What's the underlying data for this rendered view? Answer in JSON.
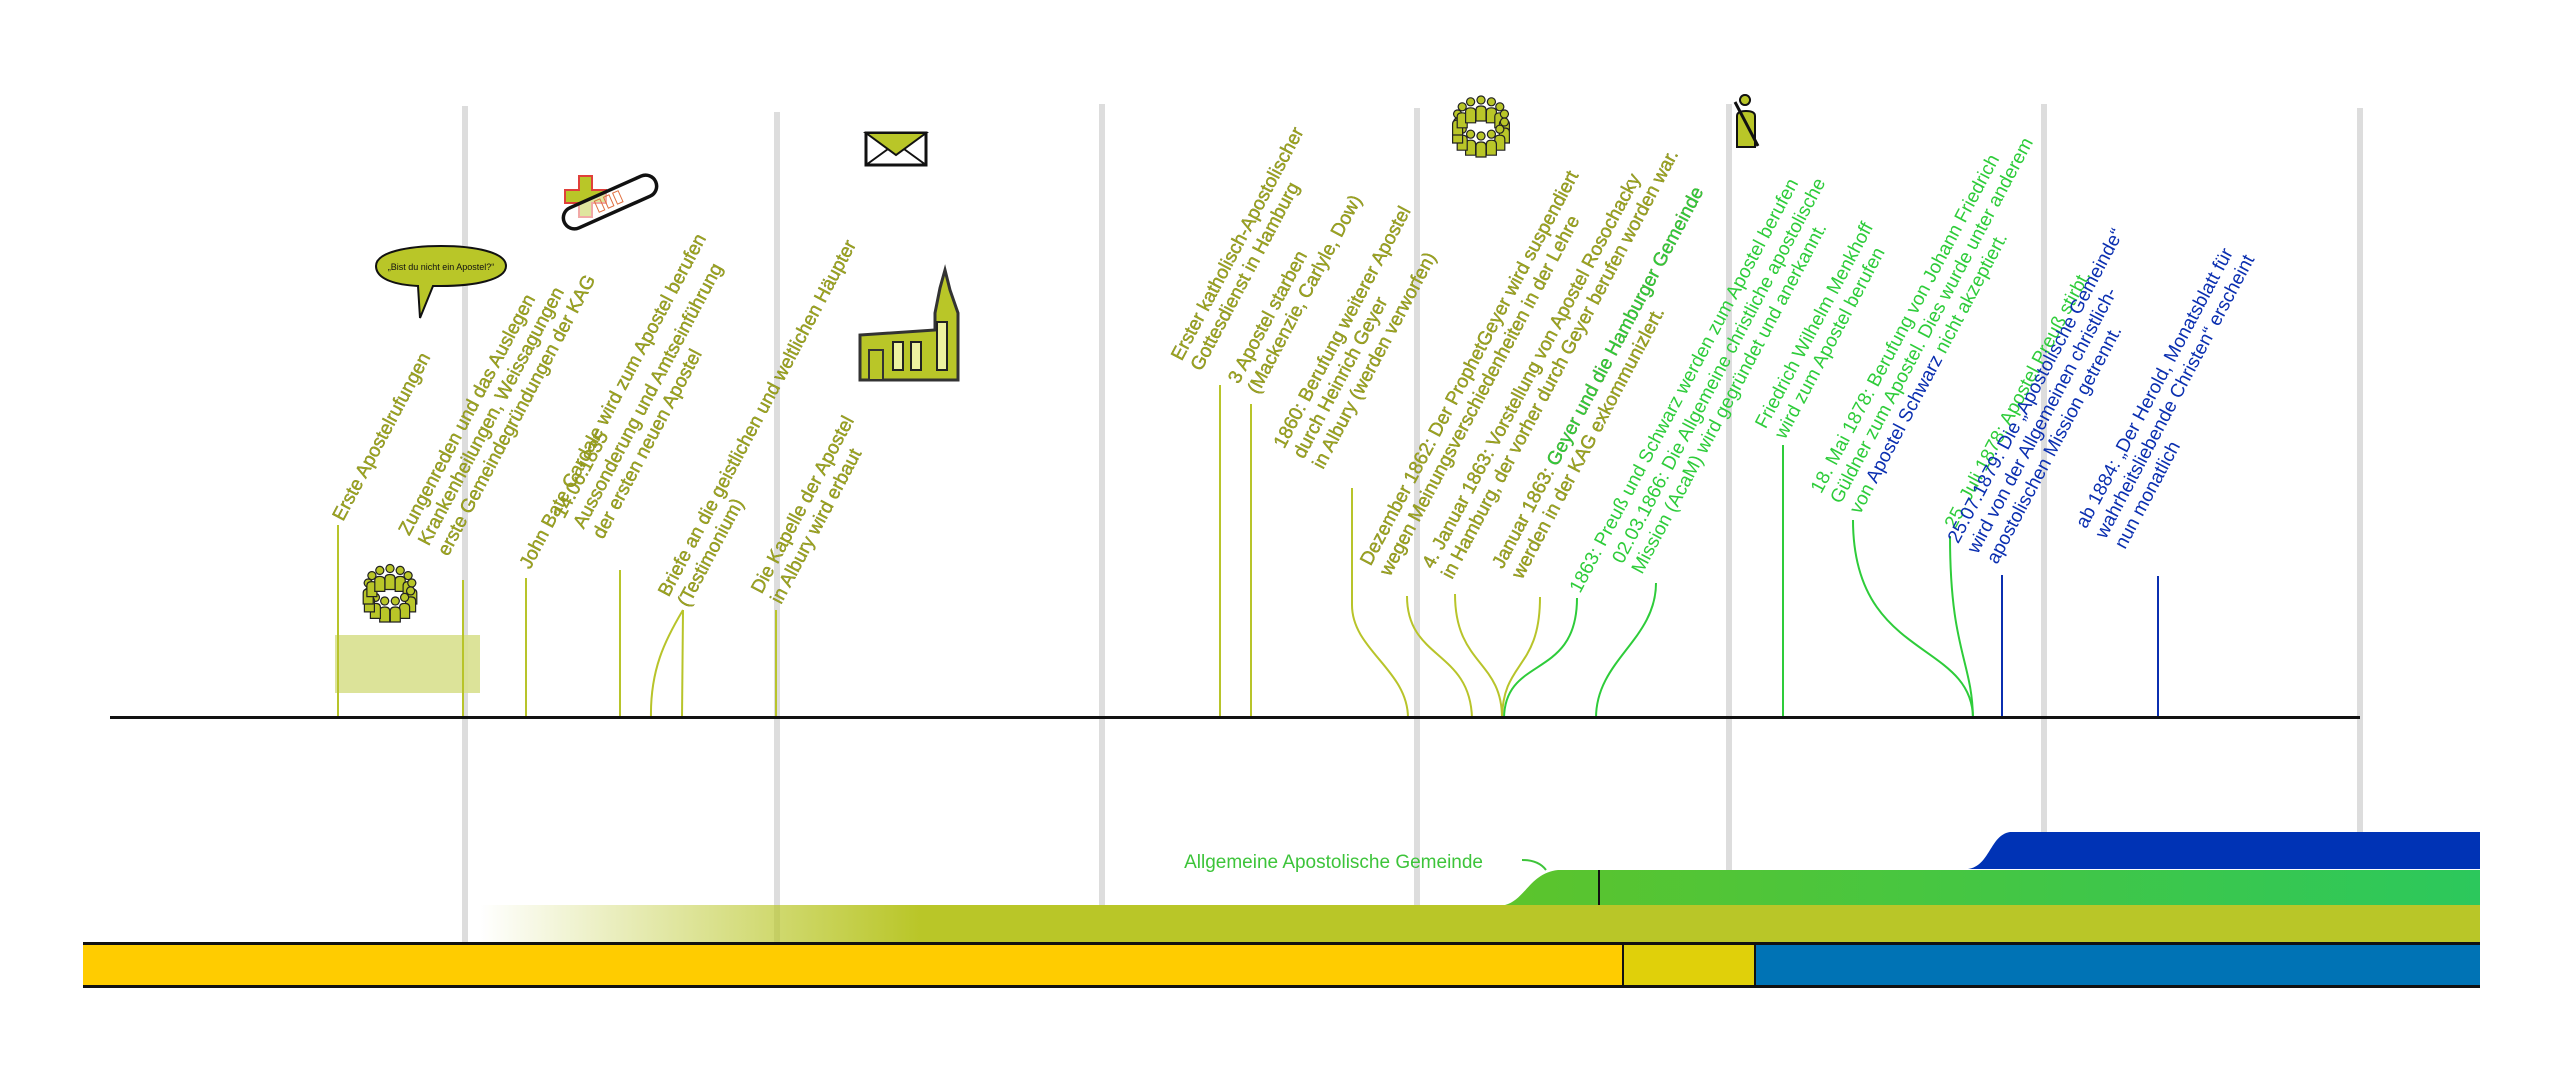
{
  "title": "Zeitleiste: Katholisch-Apostolische Gemeinden und Allgemeine Apostolische Gemeinde",
  "colors": {
    "olive": "#9BA31E",
    "olive_line": "#B8C42A",
    "green": "#2ECC3A",
    "blue": "#0B2FB0",
    "grid": "#DDDDDD",
    "band_kag": "#B9C628",
    "band_aag": "#4CC43A",
    "band_blue": "#0033B5",
    "bar_gold": "#FFCC00",
    "bar_mid": "#E0D00A",
    "bar_blue": "#0073B5",
    "highlight": "#D8E08E"
  },
  "events": [
    {
      "id": "erste-apostelrufungen",
      "color": "olive",
      "lines": [
        "Erste Apostelrufungen"
      ]
    },
    {
      "id": "zungenreden",
      "color": "olive",
      "lines": [
        "Zungenreden und das Auslegen",
        "Krankenheilungen,  Weissagungen",
        "erste Gemeindegründungen der KAG"
      ]
    },
    {
      "id": "cardale",
      "color": "olive",
      "lines": [
        "John Bate Cardale wird zum Apostel berufen"
      ]
    },
    {
      "id": "aussonderung",
      "color": "olive",
      "lines": [
        "14.06.1835",
        "Aussonderung und Amtseinführung",
        "der ersten neuen Apostel"
      ]
    },
    {
      "id": "testimonium",
      "color": "olive",
      "lines": [
        "Briefe an die geistlichen und weltlichen Häupter",
        "(Testimonium)"
      ]
    },
    {
      "id": "kapelle",
      "color": "olive",
      "lines": [
        "Die Kapelle der Apostel",
        "in Albury wird erbaut"
      ]
    },
    {
      "id": "hamburg-gottesdienst",
      "color": "olive",
      "lines": [
        "Erster katholisch-Apostolischer",
        "Gottesdienst in Hamburg"
      ]
    },
    {
      "id": "apostel-starben",
      "color": "olive",
      "lines": [
        "3 Apostel starben",
        "(Mackenzie, Carlyle, Dow)"
      ]
    },
    {
      "id": "berufung-1860",
      "color": "olive",
      "lines": [
        "1860: Berufung weiterer Apostel",
        "durch Heinrich Geyer",
        "in Albury (werden verworfen)"
      ]
    },
    {
      "id": "dezember-1862",
      "color": "olive",
      "lines": [
        "Dezember 1862: Der ProphetGeyer wird suspendiert",
        "wegen Meinungsverschiedenheiten in der Lehre"
      ]
    },
    {
      "id": "januar-1863-rosochacky",
      "color": "olive",
      "lines": [
        "4. Januar 1863: Vorstellung von Apostel Rosochacky",
        "in Hamburg, der vorher durch Geyer berufen worden war."
      ]
    },
    {
      "id": "januar-1863-exkommuniziert",
      "color": "olive",
      "lines": [
        "Januar 1863: |Geyer und die Hamburger Gemeinde",
        "werden in der KAG exkommunizlert."
      ]
    },
    {
      "id": "preuss-schwarz",
      "color": "green",
      "lines": [
        "1863: Preuß und Schwarz werden zum Apostel berufen"
      ]
    },
    {
      "id": "acam-1866",
      "color": "green",
      "lines": [
        "02.03.1866: Die Allgemeine christliche apostolische",
        "Mission (AcaM) wird gegründet und anerkannt."
      ]
    },
    {
      "id": "menkhoff",
      "color": "green",
      "lines": [
        "Friedrich Wilhelm Menkhoff",
        "wird zum Apostel berufen"
      ]
    },
    {
      "id": "gueldner-1878",
      "color": "green",
      "lines": [
        "18. Mai 1878: Berufung von Johann Friedrich",
        "Güldner zum Apostel. Dies wurde  unter anderem",
        "von |Apostel Schwarz| nicht akzeptiert."
      ]
    },
    {
      "id": "preuss-stirbt",
      "color": "green",
      "lines": [
        "25. Juli 1878: Apostel Preuß stirbt."
      ]
    },
    {
      "id": "trennung-1879",
      "color": "blue",
      "lines": [
        "25.07.1879: Die „Apostolische Gemeinde“",
        "wird von der Allgemeinen christlich-",
        "apostolischen Mission getrennt."
      ]
    },
    {
      "id": "herold-1884",
      "color": "blue",
      "lines": [
        "ab 1884: „Der Herold, Monatsblatt für",
        "wahrheitsliebende Christen“ erscheint",
        "nun monatlich"
      ]
    }
  ],
  "icons": {
    "speech_bubble_text": "„Bist du nicht ein Apostel?“"
  },
  "bands": {
    "aag_label": "Allgemeine Apostolische Gemeinde"
  }
}
